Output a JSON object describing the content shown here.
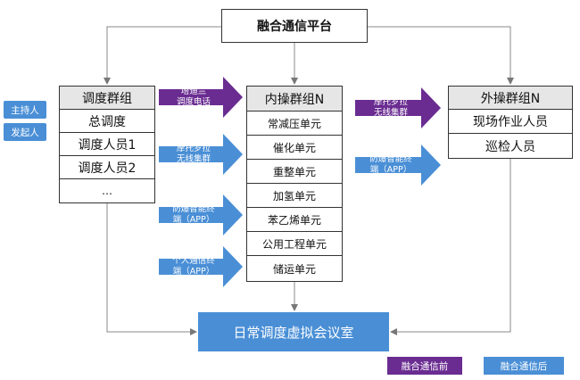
{
  "platform": {
    "title": "融合通信平台"
  },
  "left_group": {
    "header": "调度群组",
    "items": [
      "总调度",
      "调度人员1",
      "调度人员2",
      "…"
    ]
  },
  "middle_group": {
    "header": "内操群组N",
    "items": [
      "常减压单元",
      "催化单元",
      "重整单元",
      "加氢单元",
      "苯乙烯单元",
      "公用工程单元",
      "储运单元"
    ]
  },
  "right_group": {
    "header": "外操群组N",
    "items": [
      "现场作业人员",
      "巡检人员"
    ]
  },
  "roles": {
    "host": "主持人",
    "initiator": "发起人"
  },
  "channels": {
    "tetra": "塔迪兰\n调度电话",
    "motorola_left": "摩托罗拉\n无线集群",
    "explosion_app_left": "防爆智能终\n端（APP）",
    "personal_app": "个人通信终\n端（APP）",
    "motorola_right": "摩托罗拉\n无线集群",
    "explosion_app_right": "防爆智能终\n端（APP）"
  },
  "meeting_room": {
    "title": "日常调度虚拟会议室"
  },
  "legend": {
    "before": "融合通信前",
    "after": "融合通信后"
  },
  "colors": {
    "before": "#6a2c91",
    "after": "#4a8fd6",
    "meeting": "#4a8fd6"
  }
}
